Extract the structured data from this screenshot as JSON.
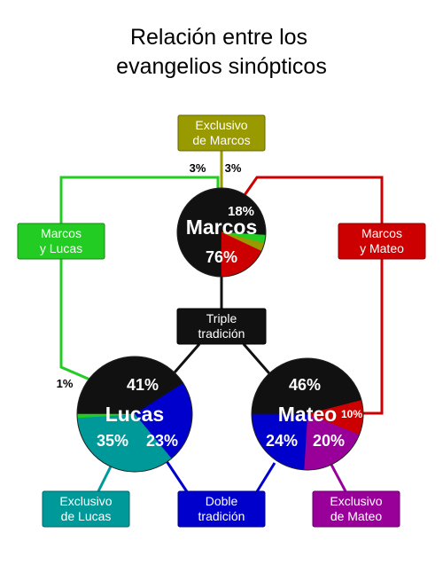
{
  "title": {
    "line1": "Relación entre los",
    "line2": "evangelios sinópticos"
  },
  "colors": {
    "triple": "#111111",
    "marcos_exclusivo": "#999900",
    "marcos_lucas": "#22cc22",
    "marcos_mateo": "#cc0000",
    "doble": "#0000cc",
    "lucas_exclusivo": "#009999",
    "mateo_exclusivo": "#990099"
  },
  "boxes": {
    "exclusivo_marcos": {
      "line1": "Exclusivo",
      "line2": "de Marcos"
    },
    "marcos_lucas": {
      "line1": "Marcos",
      "line2": "y Lucas"
    },
    "marcos_mateo": {
      "line1": "Marcos",
      "line2": "y Mateo"
    },
    "triple": {
      "line1": "Triple",
      "line2": "tradición"
    },
    "exclusivo_lucas": {
      "line1": "Exclusivo",
      "line2": "de Lucas"
    },
    "doble": {
      "line1": "Doble",
      "line2": "tradición"
    },
    "exclusivo_mateo": {
      "line1": "Exclusivo",
      "line2": "de Mateo"
    }
  },
  "chart_data": [
    {
      "type": "pie",
      "name": "Marcos",
      "slices": [
        {
          "label": "76%",
          "value": 76,
          "color": "#111111"
        },
        {
          "label": "3%",
          "value": 3,
          "color": "#22cc22"
        },
        {
          "label": "3%",
          "value": 3,
          "color": "#999900"
        },
        {
          "label": "18%",
          "value": 18,
          "color": "#cc0000"
        }
      ]
    },
    {
      "type": "pie",
      "name": "Lucas",
      "slices": [
        {
          "label": "41%",
          "value": 41,
          "color": "#111111"
        },
        {
          "label": "23%",
          "value": 23,
          "color": "#0000cc"
        },
        {
          "label": "35%",
          "value": 35,
          "color": "#009999"
        },
        {
          "label": "1%",
          "value": 1,
          "color": "#22cc22"
        }
      ]
    },
    {
      "type": "pie",
      "name": "Mateo",
      "slices": [
        {
          "label": "46%",
          "value": 46,
          "color": "#111111"
        },
        {
          "label": "10%",
          "value": 10,
          "color": "#cc0000"
        },
        {
          "label": "20%",
          "value": 20,
          "color": "#990099"
        },
        {
          "label": "24%",
          "value": 24,
          "color": "#0000cc"
        }
      ]
    }
  ]
}
